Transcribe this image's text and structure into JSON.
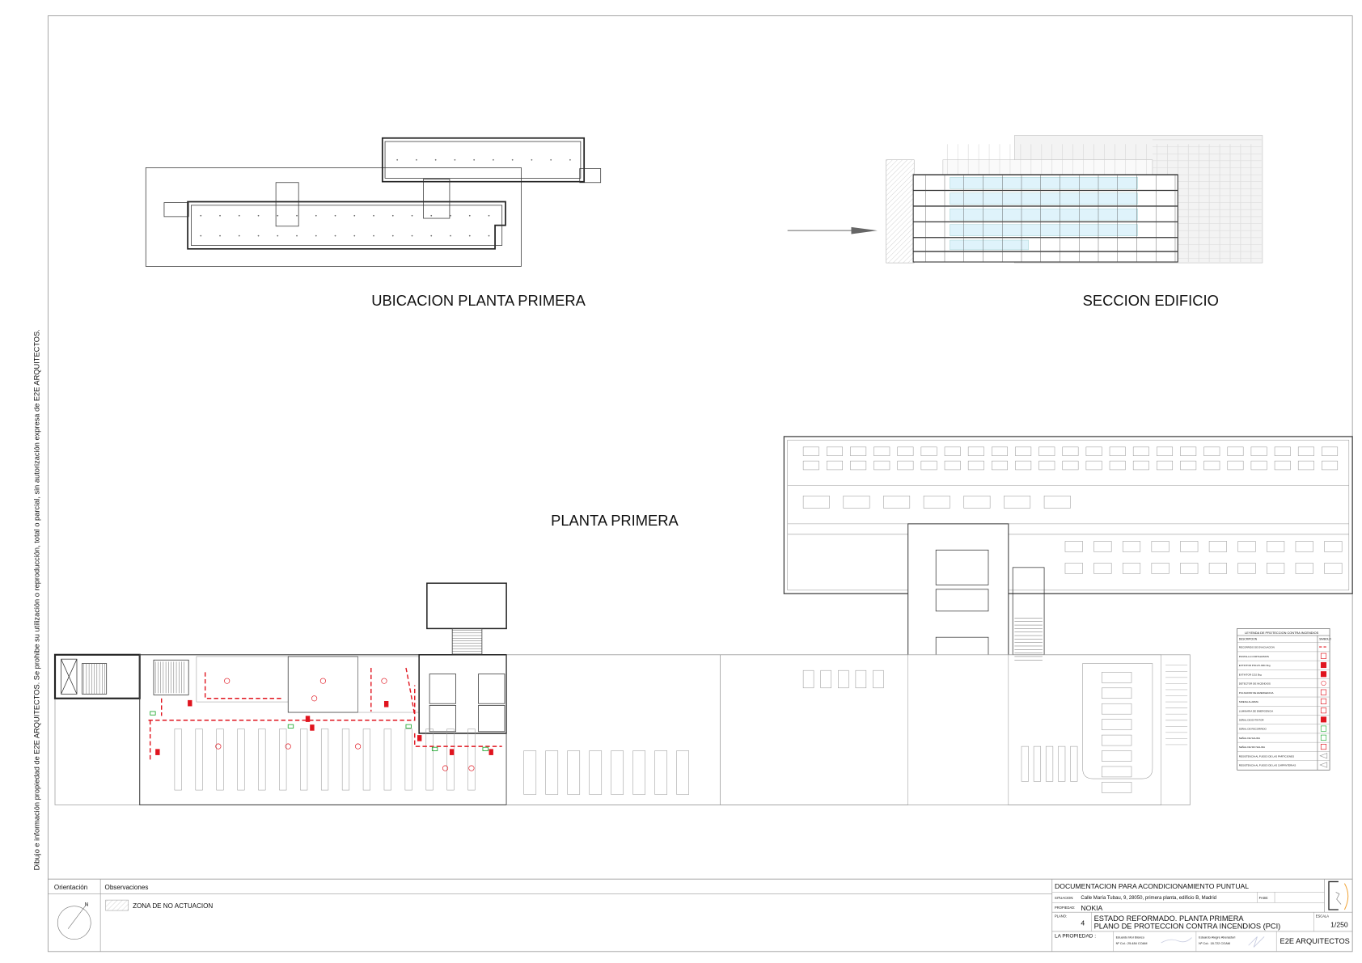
{
  "side_note": "Dibujo e información propiedad de E2E ARQUITECTOS.  Se prohibe su utilización o reproducción, total o parcial, sin autorización expresa de E2E ARQUITECTOS.",
  "titles": {
    "location": "UBICACION  PLANTA PRIMERA",
    "section": "SECCION EDIFICIO",
    "floor": "PLANTA PRIMERA"
  },
  "legend": {
    "title": "LEYENDA DE PROTECCION CONTRA INCENDIOS",
    "col_desc": "DESCRIPCION",
    "col_symbol": "SIMBOLO",
    "items": [
      {
        "label": "RECORRIDO DE EVACUACION",
        "color": "#e0141e"
      },
      {
        "label": "PANTALLA CORTAHUMOS",
        "color": "#e0141e"
      },
      {
        "label": "EXTINTOR POLVO ABC 6kg",
        "color": "#e0141e"
      },
      {
        "label": "EXTINTOR CO2 5kg",
        "color": "#e0141e"
      },
      {
        "label": "DETECTOR DE INCENDIOS",
        "color": "#e0141e"
      },
      {
        "label": "PULSADOR DE EMERGENCIA",
        "color": "#e0141e"
      },
      {
        "label": "SIRENA ALARMA",
        "color": "#e0141e"
      },
      {
        "label": "LUMINARIA DE EMERGENCIA",
        "color": "#e0141e"
      },
      {
        "label": "SEÑAL DE EXTINTOR",
        "color": "#e0141e"
      },
      {
        "label": "SEÑAL DE RECORRIDO",
        "color": "#22aa33"
      },
      {
        "label": "SEÑAL DE SALIDA",
        "color": "#22aa33"
      },
      {
        "label": "SEÑAL DE SIN SALIDA",
        "color": "#e0141e"
      },
      {
        "label": "RESISTENCIA AL FUEGO DE LAS PARTICIONES",
        "color": "#888888"
      },
      {
        "label": "RESISTENCIA AL FUEGO DE LAS CARPINTERIAS",
        "color": "#888888"
      }
    ]
  },
  "title_block": {
    "orientation_label": "Orientación",
    "observations_label": "Observaciones",
    "no_action_zone": "ZONA DE NO ACTUACION",
    "north": "N",
    "document": "DOCUMENTACION PARA ACONDICIONAMIENTO PUNTUAL",
    "situation_label": "SITUACION:",
    "situation": "Calle María Tubau, 9, 28050, primera planta, edificio B, Madrid",
    "phase_label": "FASE:",
    "property_label": "PROPIEDAD:",
    "property": "NOKIA",
    "plan_label": "PLANO:",
    "plan_number": "4",
    "plan_title_1": "ESTADO REFORMADO. PLANTA PRIMERA",
    "plan_title_2": "PLANO DE PROTECCION CONTRA INCENDIOS (PCI)",
    "scale_label": "ESCALA",
    "scale": "1/250",
    "owner_label": "LA PROPIEDAD :",
    "architect_1": "Eduardo Mor Blanco",
    "architect_1_col": "Nº Col.: 25.484 COAM",
    "architect_2": "Eduardo Alegre Aberasturi",
    "architect_2_col": "Nº Col.: 18.722 COAM",
    "firm": "E2E ARQUITECTOS"
  }
}
